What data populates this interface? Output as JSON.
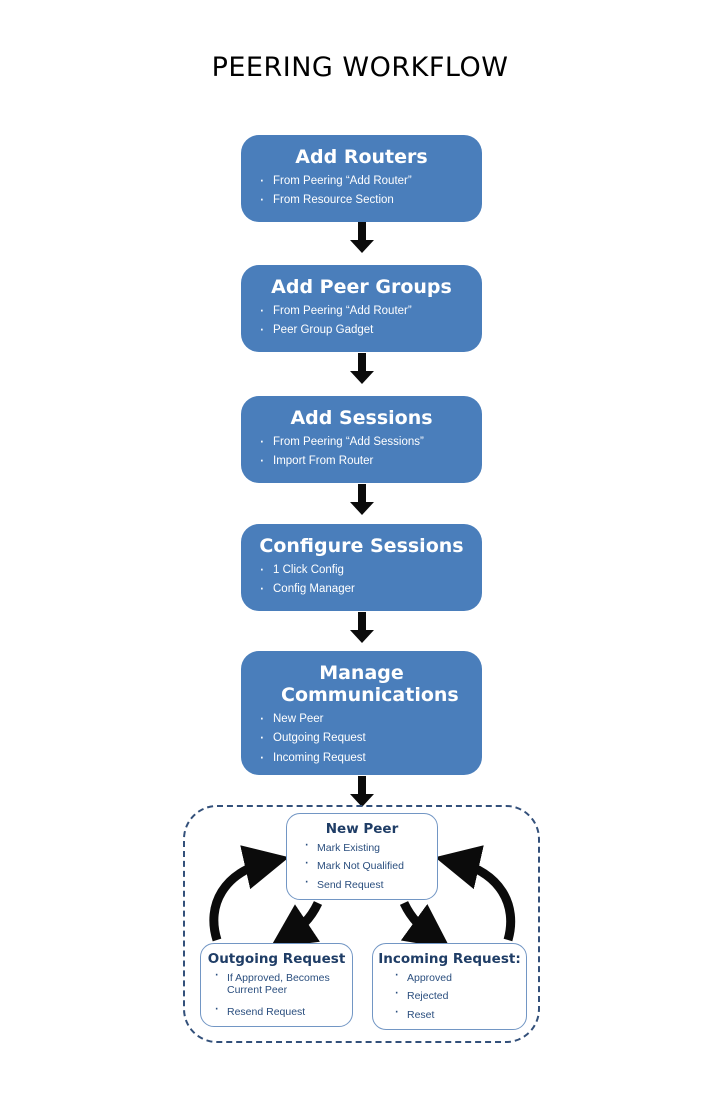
{
  "page": {
    "title": "PEERING WORKFLOW"
  },
  "steps": [
    {
      "title": "Add Routers",
      "bullets": [
        "From  Peering “Add Router”",
        "From Resource Section"
      ]
    },
    {
      "title": "Add Peer Groups",
      "bullets": [
        "From  Peering “Add Router”",
        "Peer Group Gadget"
      ]
    },
    {
      "title": "Add Sessions",
      "bullets": [
        "From  Peering “Add Sessions”",
        "Import  From Router"
      ]
    },
    {
      "title": "Configure Sessions",
      "bullets": [
        "1 Click Config",
        "Config Manager"
      ]
    },
    {
      "title": "Manage Communications",
      "bullets": [
        "New Peer",
        "Outgoing Request",
        "Incoming Request"
      ]
    }
  ],
  "communications_group": {
    "new_peer": {
      "title": "New Peer",
      "bullets": [
        "Mark Existing",
        "Mark Not Qualified",
        "Send Request"
      ]
    },
    "outgoing": {
      "title": "Outgoing Request",
      "bullets": [
        "If Approved, Becomes Current Peer",
        "Resend Request"
      ]
    },
    "incoming": {
      "title": "Incoming Request:",
      "bullets": [
        "Approved",
        "Rejected",
        "Reset"
      ]
    }
  },
  "colors": {
    "box_fill": "#4a7ebb",
    "box_text": "#ffffff",
    "sub_box_border": "#7296c4",
    "sub_box_title": "#1f3d66",
    "sub_box_text": "#2a4e7e",
    "dashed_border": "#33507a",
    "arrow": "#0b0b0b",
    "title_text": "#000000",
    "background": "#ffffff"
  }
}
